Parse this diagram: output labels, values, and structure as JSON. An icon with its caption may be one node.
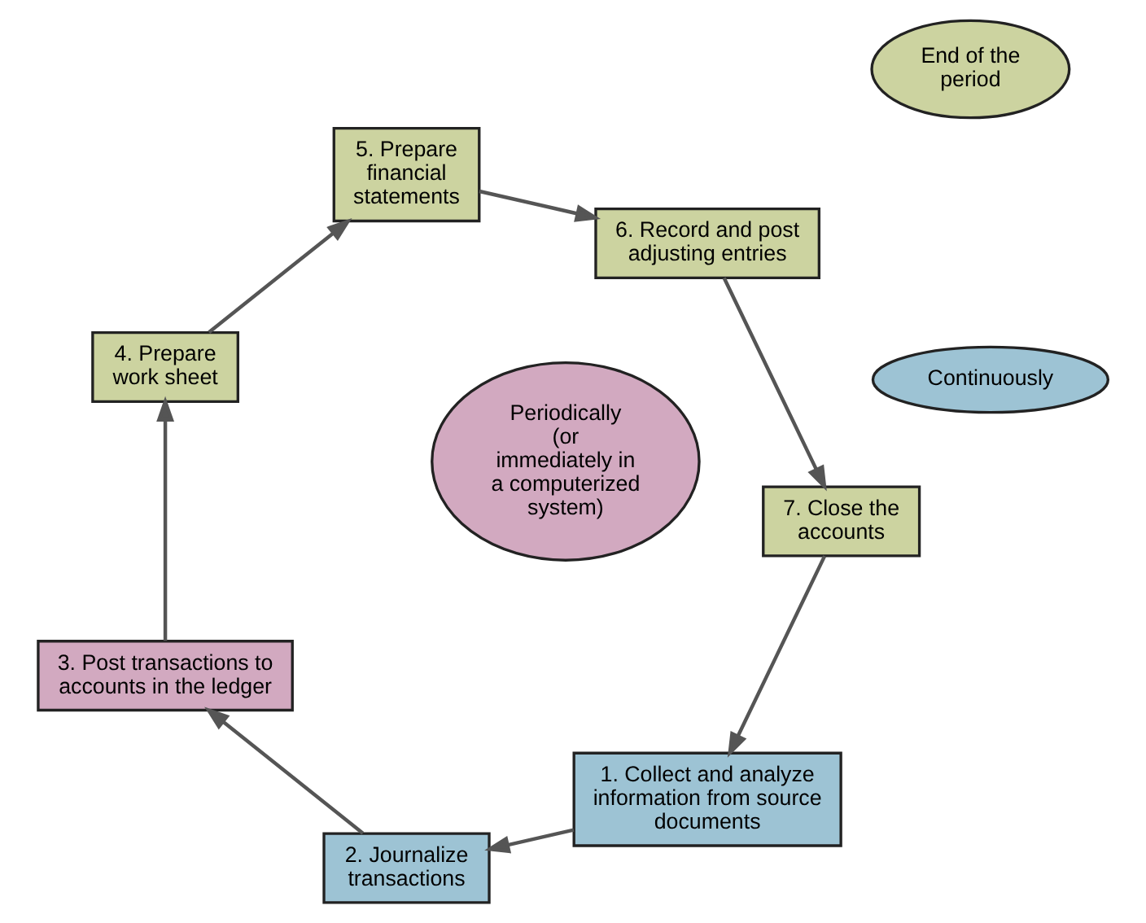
{
  "diagram": {
    "nodes": [
      {
        "text": [
          "1. Collect and analyze information from source documents"
        ]
      },
      {
        "text": [
          "2. Journalize transactions"
        ]
      },
      {
        "text": [
          "3. Post transactions to accounts in the ledger"
        ]
      },
      {
        "text": [
          "4. Prepare work sheet"
        ]
      },
      {
        "text": [
          "5. Prepare financial statements"
        ]
      },
      {
        "text": [
          "6. Record and post adjusting entries"
        ]
      },
      {
        "text": [
          "7. Close the accounts"
        ]
      },
      {
        "text": [
          "Continuously"
        ]
      },
      {
        "text": [
          "Periodically (or immediately in a computerized system)"
        ]
      },
      {
        "text": [
          "End of the period"
        ]
      }
    ],
    "edges": [
      {
        "from": 0,
        "to": 1,
        "arrow": "to"
      },
      {
        "from": 1,
        "to": 2,
        "arrow": "to"
      },
      {
        "from": 2,
        "to": 3,
        "arrow": "to"
      },
      {
        "from": 3,
        "to": 4,
        "arrow": "to"
      },
      {
        "from": 4,
        "to": 5,
        "arrow": "to"
      },
      {
        "from": 5,
        "to": 6,
        "arrow": "to"
      },
      {
        "from": 6,
        "to": 0,
        "arrow": "to"
      }
    ]
  }
}
